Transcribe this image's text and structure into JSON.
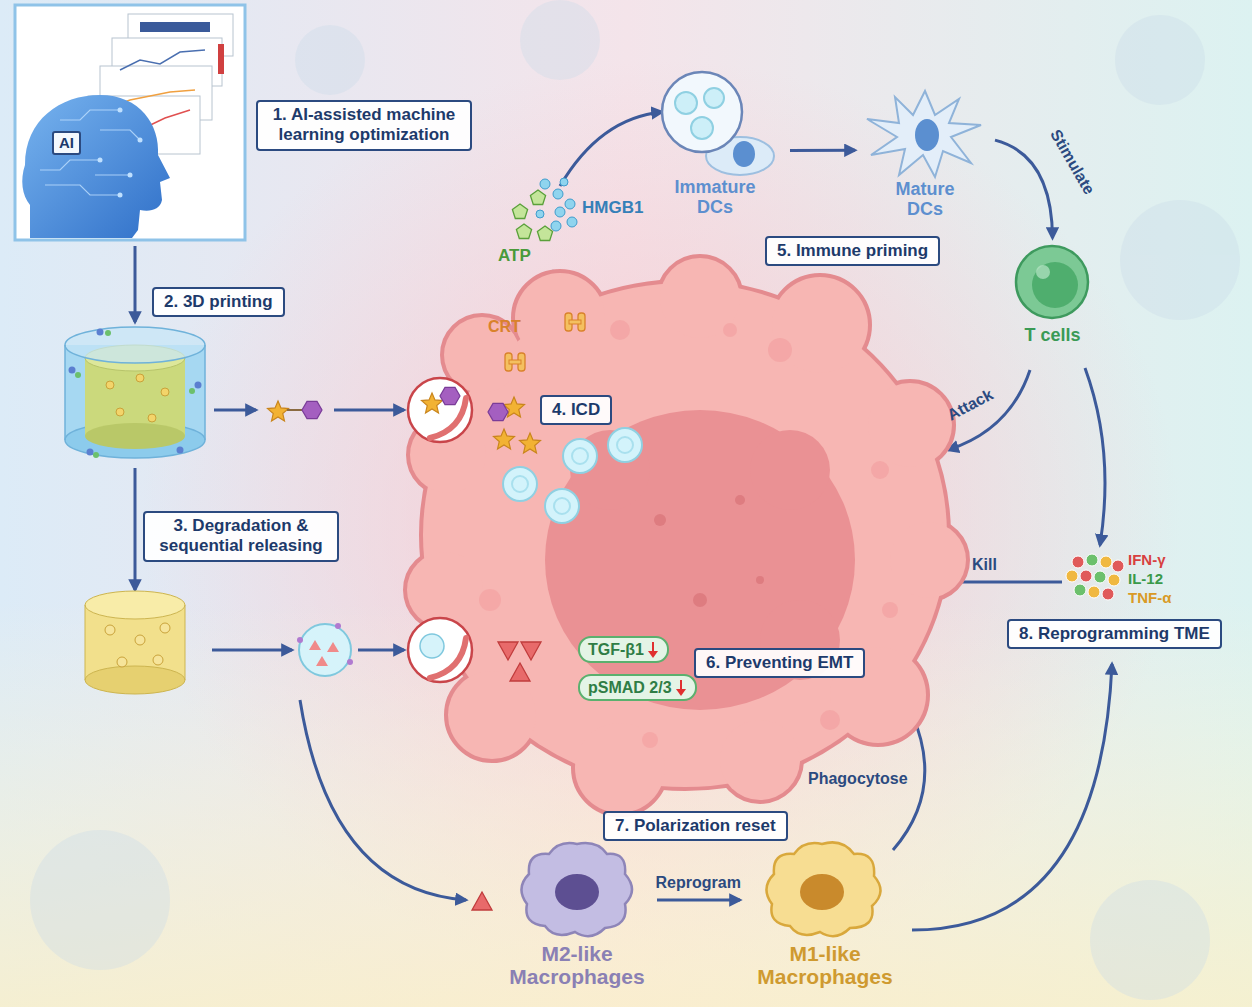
{
  "diagram": {
    "nodes": [
      {
        "text": [
          "AI"
        ]
      },
      {
        "text": [
          "1. AI-assisted machine learning optimization"
        ]
      },
      {
        "text": [
          "2. 3D printing"
        ]
      },
      {
        "text": [
          "3. Degradation & sequential releasing"
        ]
      },
      {
        "text": [
          "4. ICD"
        ]
      },
      {
        "text": [
          "Immature DCs"
        ]
      },
      {
        "text": [
          "Mature DCs"
        ]
      },
      {
        "text": [
          "5. Immune priming"
        ]
      },
      {
        "text": [
          "T cells"
        ]
      },
      {
        "text": [
          "TGF-β1"
        ]
      },
      {
        "text": [
          "pSMAD 2/3"
        ]
      },
      {
        "text": [
          "6. Preventing EMT"
        ]
      },
      {
        "text": [
          "8. Reprogramming TME"
        ]
      },
      {
        "text": [
          "7. Polarization reset"
        ]
      },
      {
        "text": [
          "M2-like Macrophages"
        ]
      },
      {
        "text": [
          "M1-like Macrophages"
        ]
      }
    ],
    "edges": [
      {
        "from": 5,
        "to": 6,
        "arrow": "to"
      },
      {
        "from": 6,
        "to": 8,
        "label": "Stimulate",
        "arrow": "to"
      },
      {
        "from": 14,
        "to": 15,
        "label": "Reprogram",
        "arrow": "to"
      }
    ],
    "labels": [
      "ATP",
      "HMGB1",
      "CRT",
      "Attack",
      "Kill",
      "IFN-γ",
      "IL-12",
      "TNF-α",
      "Phagocytose"
    ]
  }
}
